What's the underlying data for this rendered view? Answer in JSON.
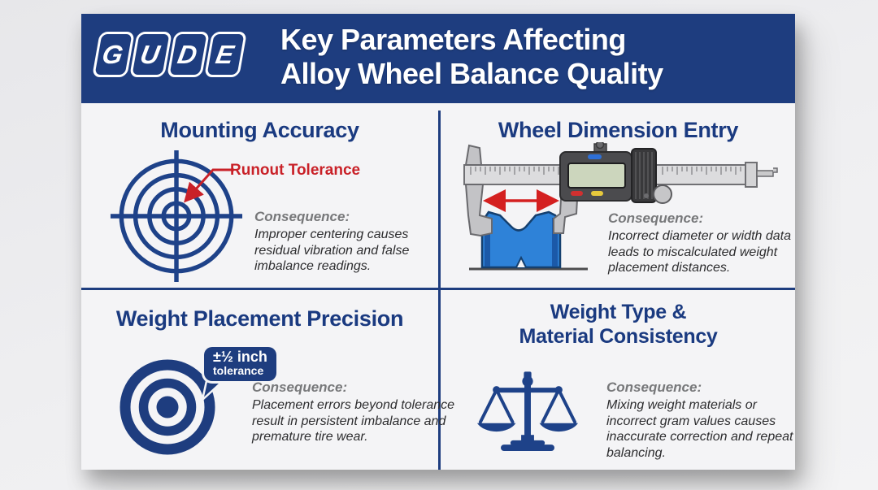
{
  "header": {
    "logo_letters": [
      "G",
      "U",
      "D",
      "E"
    ],
    "title_line1": "Key Parameters Affecting",
    "title_line2": "Alloy Wheel Balance Quality"
  },
  "quadrants": {
    "mounting": {
      "title": "Mounting Accuracy",
      "callout_label": "Runout Tolerance",
      "consequence_label": "Consequence:",
      "consequence_text": "Improper centering causes residual vibration and false imbalance readings."
    },
    "dimension": {
      "title": "Wheel Dimension Entry",
      "consequence_label": "Consequence:",
      "consequence_text": "Incorrect diameter or width data leads to miscalculated weight placement distances."
    },
    "placement": {
      "title": "Weight Placement Precision",
      "tolerance_badge_line1": "±½ inch",
      "tolerance_badge_line2": "tolerance",
      "consequence_label": "Consequence:",
      "consequence_text": "Placement errors beyond tolerance result in persistent imbalance and premature tire wear."
    },
    "material": {
      "title_line1": "Weight Type &",
      "title_line2": "Material Consistency",
      "consequence_label": "Consequence:",
      "consequence_text": "Mixing weight materials or incorrect gram values causes inaccurate correction and repeat balancing."
    }
  },
  "icons": {
    "mounting": "crosshair-target-icon",
    "dimension": "digital-caliper-icon",
    "placement": "bullseye-target-icon",
    "material": "balance-scale-icon"
  },
  "colors": {
    "header_bg": "#1e3d7f",
    "accent_blue": "#1a3a80",
    "alert_red": "#c92128",
    "label_gray": "#77787a",
    "body_text": "#2d2d2f",
    "card_bg": "#f4f4f6",
    "rim_blue": "#2e82d8"
  }
}
